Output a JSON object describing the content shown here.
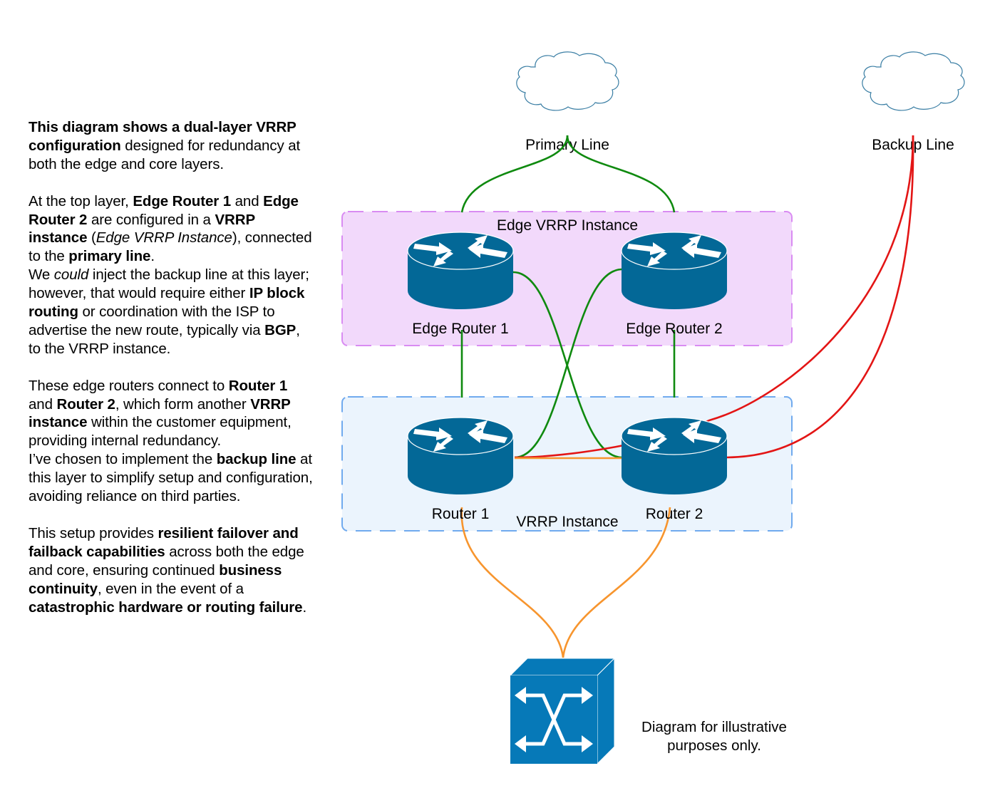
{
  "description": {
    "paragraphs": [
      [
        {
          "text": "This diagram shows a dual-layer VRRP configuration",
          "style": "bold"
        },
        {
          "text": " designed for redundancy at both the edge and core layers.",
          "style": "normal"
        }
      ],
      [
        {
          "text": "At the top layer, ",
          "style": "normal"
        },
        {
          "text": "Edge Router 1",
          "style": "bold"
        },
        {
          "text": " and ",
          "style": "normal"
        },
        {
          "text": "Edge Router 2",
          "style": "bold"
        },
        {
          "text": " are configured in a ",
          "style": "normal"
        },
        {
          "text": "VRRP instance",
          "style": "bold"
        },
        {
          "text": " (",
          "style": "normal"
        },
        {
          "text": "Edge VRRP Instance",
          "style": "italic"
        },
        {
          "text": "), connected to the ",
          "style": "normal"
        },
        {
          "text": "primary line",
          "style": "bold"
        },
        {
          "text": ".",
          "style": "normal"
        },
        {
          "text": "\n",
          "style": "break"
        },
        {
          "text": "We ",
          "style": "normal"
        },
        {
          "text": "could",
          "style": "italic"
        },
        {
          "text": " inject the backup line at this layer; however, that would require either ",
          "style": "normal"
        },
        {
          "text": "IP block routing",
          "style": "bold"
        },
        {
          "text": " or coordination with the ISP to advertise the new route, typically via ",
          "style": "normal"
        },
        {
          "text": "BGP",
          "style": "bold"
        },
        {
          "text": ", to the VRRP instance.",
          "style": "normal"
        }
      ],
      [
        {
          "text": "These edge routers connect to ",
          "style": "normal"
        },
        {
          "text": "Router 1",
          "style": "bold"
        },
        {
          "text": " and ",
          "style": "normal"
        },
        {
          "text": "Router 2",
          "style": "bold"
        },
        {
          "text": ", which form another ",
          "style": "normal"
        },
        {
          "text": "VRRP instance",
          "style": "bold"
        },
        {
          "text": " within the customer equipment, providing internal redundancy.",
          "style": "normal"
        },
        {
          "text": "\n",
          "style": "break"
        },
        {
          "text": " I’ve chosen to implement the ",
          "style": "normal"
        },
        {
          "text": "backup line",
          "style": "bold"
        },
        {
          "text": " at this layer to simplify setup and configuration, avoiding reliance on third parties.",
          "style": "normal"
        }
      ],
      [
        {
          "text": "This setup provides ",
          "style": "normal"
        },
        {
          "text": "resilient failover and failback capabilities",
          "style": "bold"
        },
        {
          "text": " across both the edge and core, ensuring continued ",
          "style": "normal"
        },
        {
          "text": "business continuity",
          "style": "bold"
        },
        {
          "text": ", even in the event of a ",
          "style": "normal"
        },
        {
          "text": "catastrophic hardware or routing failure",
          "style": "bold"
        },
        {
          "text": ".",
          "style": "normal"
        }
      ]
    ]
  },
  "diagram": {
    "clouds": {
      "primary": {
        "label": "Primary Line",
        "icon": "cloud-icon"
      },
      "backup": {
        "label": "Backup Line",
        "icon": "cloud-icon"
      }
    },
    "groups": {
      "edge": {
        "label": "Edge VRRP Instance",
        "fill": "#f2d9fb",
        "stroke": "#d98cf2"
      },
      "core": {
        "label": "VRRP Instance",
        "fill": "#ebf4fd",
        "stroke": "#70aaee"
      }
    },
    "nodes": {
      "edge_router_1": {
        "label": "Edge Router 1",
        "icon": "router-icon"
      },
      "edge_router_2": {
        "label": "Edge Router 2",
        "icon": "router-icon"
      },
      "router_1": {
        "label": "Router 1",
        "icon": "router-icon"
      },
      "router_2": {
        "label": "Router 2",
        "icon": "router-icon"
      },
      "switch": {
        "label": "",
        "icon": "switch-icon"
      }
    },
    "link_colors": {
      "primary": "#0f8a0f",
      "backup": "#e31515",
      "internal": "#f7952e"
    },
    "device_colors": {
      "router": "#036897",
      "switch": "#0679b8"
    },
    "disclaimer": "Diagram for illustrative purposes only."
  }
}
